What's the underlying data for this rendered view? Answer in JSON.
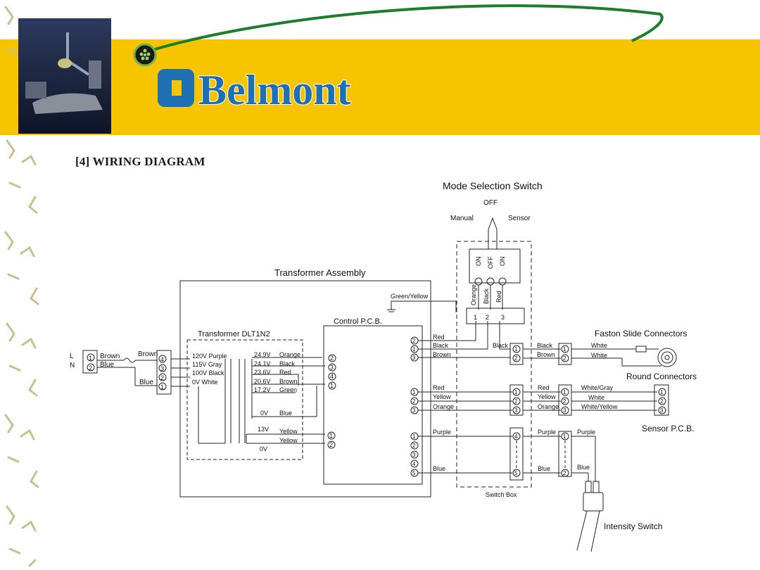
{
  "brand": {
    "logo_text": "Belmont"
  },
  "section_title": "[4] WIRING DIAGRAM",
  "labels": {
    "mode_switch": "Mode Selection Switch",
    "off": "OFF",
    "manual": "Manual",
    "sensor": "Sensor",
    "transformer_assembly": "Transformer Assembly",
    "transformer_model": "Transformer DLT1N2",
    "control_pcb": "Control P.C.B.",
    "green_yellow": "Green/Yellow",
    "faston": "Faston Slide Connectors",
    "round": "Round Connectors",
    "sensor_pcb": "Sensor P.C.B.",
    "switch_box": "Switch Box",
    "intensity": "Intensity Switch"
  },
  "switch_positions": [
    "ON",
    "OFF",
    "ON"
  ],
  "switch_wires": [
    "Orange",
    "Black",
    "Red"
  ],
  "mains": {
    "l": "L",
    "n": "N",
    "brown": "Brown",
    "blue": "Blue",
    "brown2": "Brown",
    "blue2": "Blue"
  },
  "primary_taps": [
    "120V Purple",
    "115V Gray",
    "100V Black",
    "0V White"
  ],
  "secondary_taps": [
    {
      "volt": "24.9V",
      "color": "Orange"
    },
    {
      "volt": "24.1V",
      "color": "Black"
    },
    {
      "volt": "23.6V",
      "color": "Red"
    },
    {
      "volt": "20.6V",
      "color": "Brown"
    },
    {
      "volt": "17.2V",
      "color": "Green"
    }
  ],
  "zero_blue": {
    "volt": "0V",
    "color": "Blue"
  },
  "low_tap": {
    "volt": "13V",
    "zero": "0V",
    "c1": "Yellow",
    "c2": "Yellow"
  },
  "pcb_top_wires": [
    "Red",
    "Black",
    "Brown"
  ],
  "pcb_mid_wires": [
    "Red",
    "Yellow",
    "Orange"
  ],
  "pcb_bot_wires": [
    "Purple",
    "Blue"
  ],
  "faston_wires": [
    "White",
    "White"
  ],
  "faston_left": [
    "Black",
    "Brown"
  ],
  "sensor_wires": [
    "White/Gray",
    "White",
    "White/Yellow"
  ],
  "intensity_wires": [
    "Purple",
    "Blue"
  ],
  "pins": {
    "p1": "1",
    "p2": "2",
    "p3": "3",
    "p4": "4",
    "p5": "5"
  },
  "colors": {
    "header": "#f7c500",
    "logo_blue": "#1f6fb3",
    "swoosh": "#1e7d2c"
  }
}
